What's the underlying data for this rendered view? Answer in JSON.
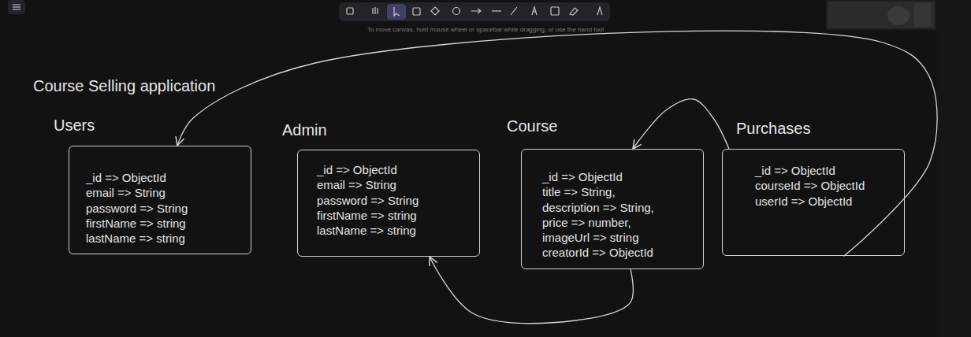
{
  "diagram": {
    "title": "Course Selling application",
    "nodes": [
      {
        "text": [
          "Users",
          "_id => ObjectId",
          "email => String",
          "password => String",
          "firstName => string",
          "lastName => string"
        ]
      },
      {
        "text": [
          "Admin",
          "_id => ObjectId",
          "email => String",
          "password => String",
          "firstName => string",
          "lastName => string"
        ]
      },
      {
        "text": [
          "Course",
          "_id => ObjectId",
          "title => String,",
          "description => String,",
          "price => number,",
          "imageUrl => string",
          "creatorId => ObjectId"
        ]
      },
      {
        "text": [
          "Purchases",
          "_id => ObjectId",
          "courseId => ObjectId",
          "userId => ObjectId"
        ]
      }
    ],
    "edges": [
      {
        "from": 3,
        "to": 0,
        "arrow": "to"
      },
      {
        "from": 3,
        "to": 2,
        "arrow": "to"
      },
      {
        "from": 2,
        "to": 1,
        "arrow": "to"
      }
    ],
    "labels": [
      "To move canvas, hold mouse wheel or spacebar while dragging, or use the hand tool"
    ]
  }
}
